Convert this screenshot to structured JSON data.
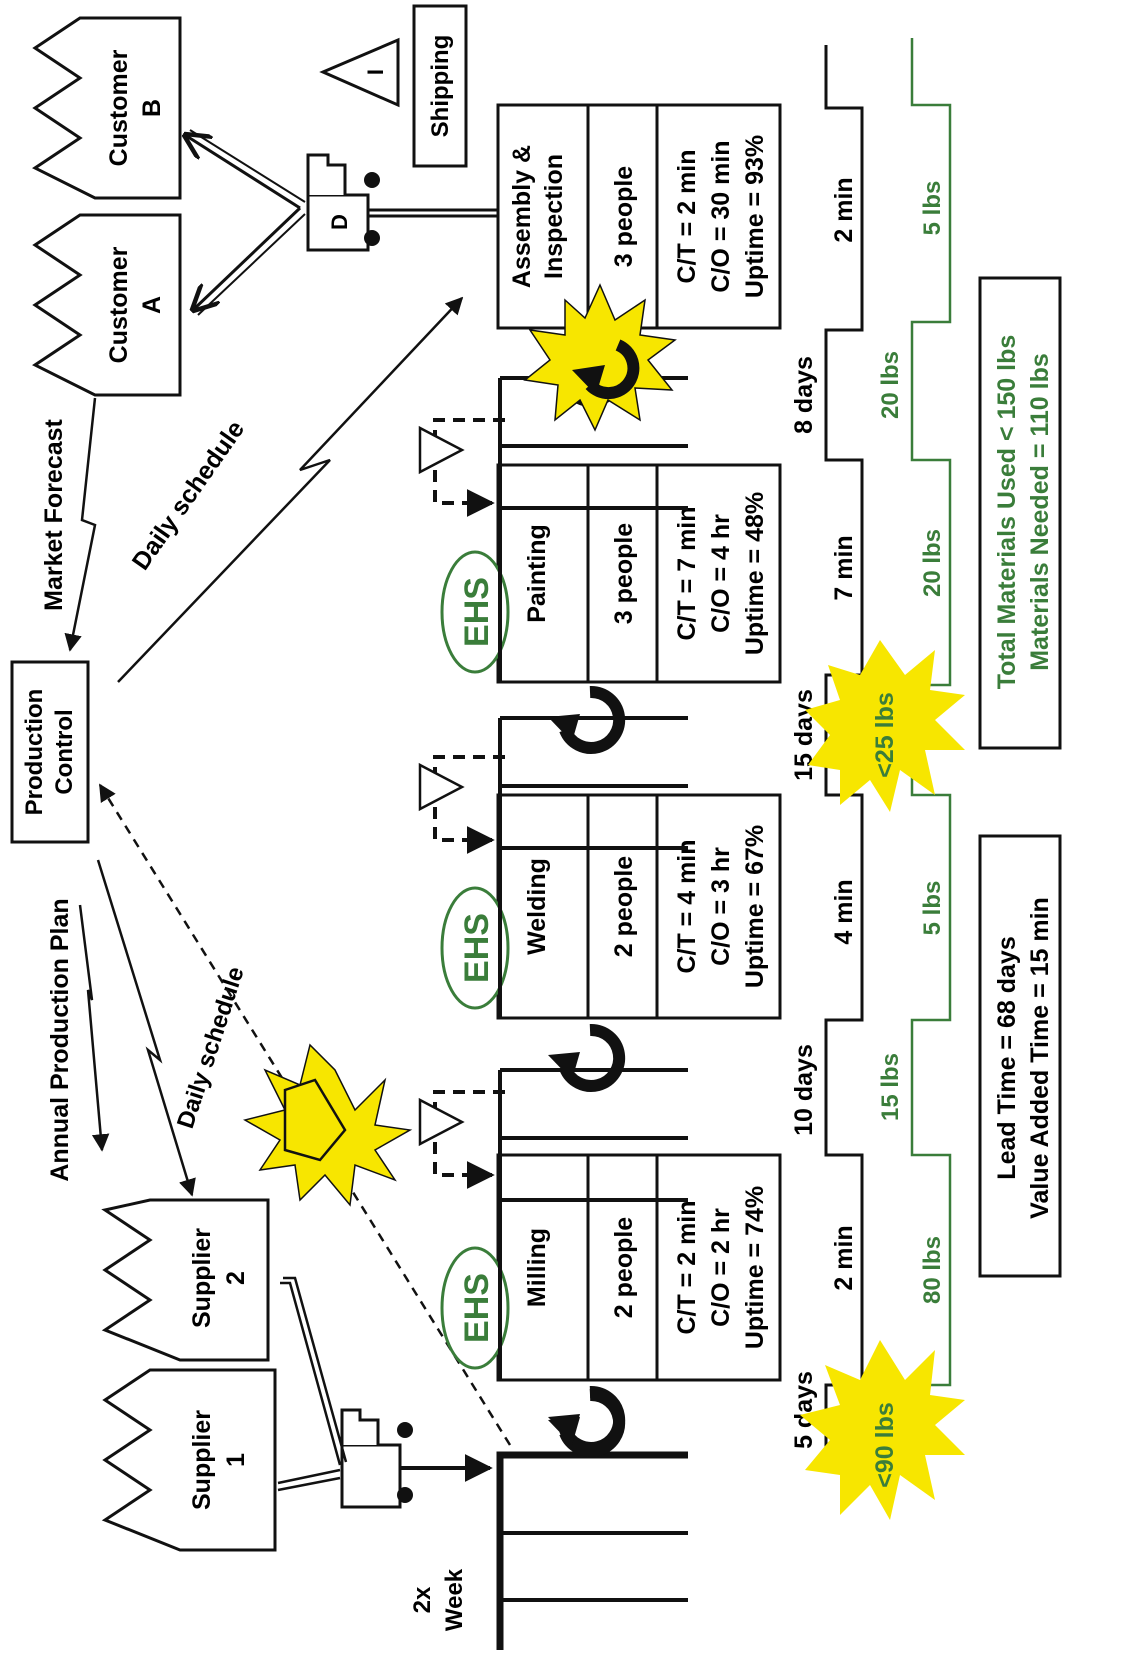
{
  "colors": {
    "ink": "#111111",
    "green": "#3a7d3a",
    "burst": "#f7e600",
    "paper": "#ffffff"
  },
  "top": {
    "production_control": [
      "Production",
      "Control"
    ],
    "customer_a": [
      "Customer",
      "A"
    ],
    "customer_b": [
      "Customer",
      "B"
    ],
    "supplier_1": [
      "Supplier",
      "1"
    ],
    "supplier_2": [
      "Supplier",
      "2"
    ],
    "shipping": "Shipping",
    "market_forecast": "Market Forecast",
    "annual_plan": "Annual Production Plan",
    "daily_schedule_upper": "Daily schedule",
    "daily_schedule_lower": "Daily schedule",
    "shipment_freq": [
      "2x",
      "Week"
    ],
    "inventory_mark": "I",
    "dock_mark": "D"
  },
  "processes": [
    {
      "name": [
        "Milling"
      ],
      "people": "2 people",
      "metrics": [
        "C/T = 2 min",
        "C/O = 2 hr",
        "Uptime = 74%"
      ],
      "ehs": "EHS"
    },
    {
      "name": [
        "Welding"
      ],
      "people": "2 people",
      "metrics": [
        "C/T = 4 min",
        "C/O = 3 hr",
        "Uptime = 67%"
      ],
      "ehs": "EHS"
    },
    {
      "name": [
        "Painting"
      ],
      "people": "3 people",
      "metrics": [
        "C/T = 7 min",
        "C/O = 4 hr",
        "Uptime = 48%"
      ],
      "ehs": "EHS"
    },
    {
      "name": [
        "Assembly &",
        "Inspection"
      ],
      "people": "3 people",
      "metrics": [
        "C/T = 2 min",
        "C/O = 30 min",
        "Uptime = 93%"
      ],
      "ehs": ""
    }
  ],
  "timeline": {
    "wait_times": [
      "5 days",
      "10 days",
      "15 days",
      "8 days"
    ],
    "process_times": [
      "2 min",
      "4 min",
      "7 min",
      "2 min"
    ]
  },
  "materials": {
    "used": [
      "80 lbs",
      "5 lbs",
      "20 lbs",
      "5 lbs"
    ],
    "needed": [
      "15 lbs",
      "20 lbs"
    ]
  },
  "kaizen": {
    "burst_1": "<90 lbs",
    "burst_2": "<25 lbs"
  },
  "summary_time": [
    "Lead Time = 68 days",
    "Value Added Time = 15 min"
  ],
  "summary_materials": [
    "Total Materials Used < 150 lbs",
    "Materials Needed = 110 lbs"
  ]
}
